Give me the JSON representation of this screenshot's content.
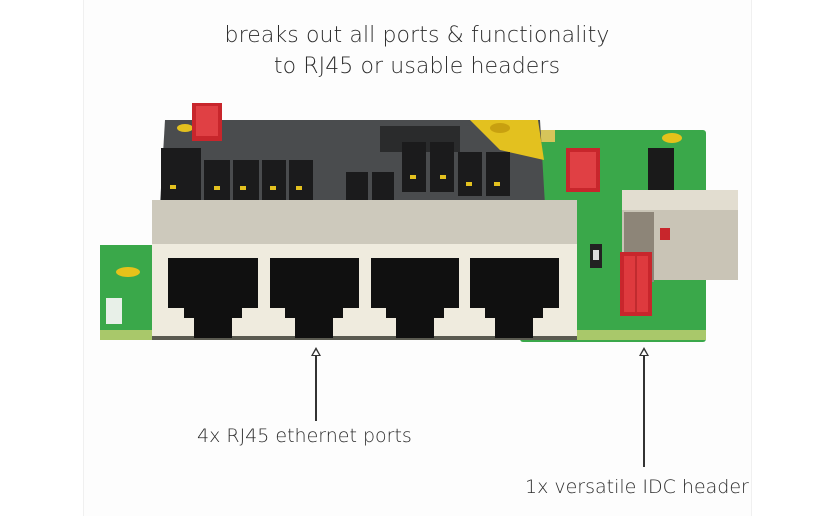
{
  "headline": {
    "line1": "breaks out all ports & functionality",
    "line2": "to RJ45 or usable headers"
  },
  "product_image": {
    "subject": "breakout PCB board with 4-port RJ45 housing, IDC header and USB connector",
    "rj45_port_count": 4
  },
  "annotations": [
    {
      "label": "4x RJ45 ethernet ports",
      "target": "rj45-ports"
    },
    {
      "label": "1x versatile IDC header",
      "target": "idc-header"
    }
  ],
  "colors": {
    "text": "#2d2d2d",
    "pcb_green": "#3aa84a",
    "pcb_dark": "#4a4c4e",
    "housing": "#e8e4d8",
    "port_black": "#111111",
    "header_red": "#c8262c",
    "gold": "#e3c11f"
  }
}
